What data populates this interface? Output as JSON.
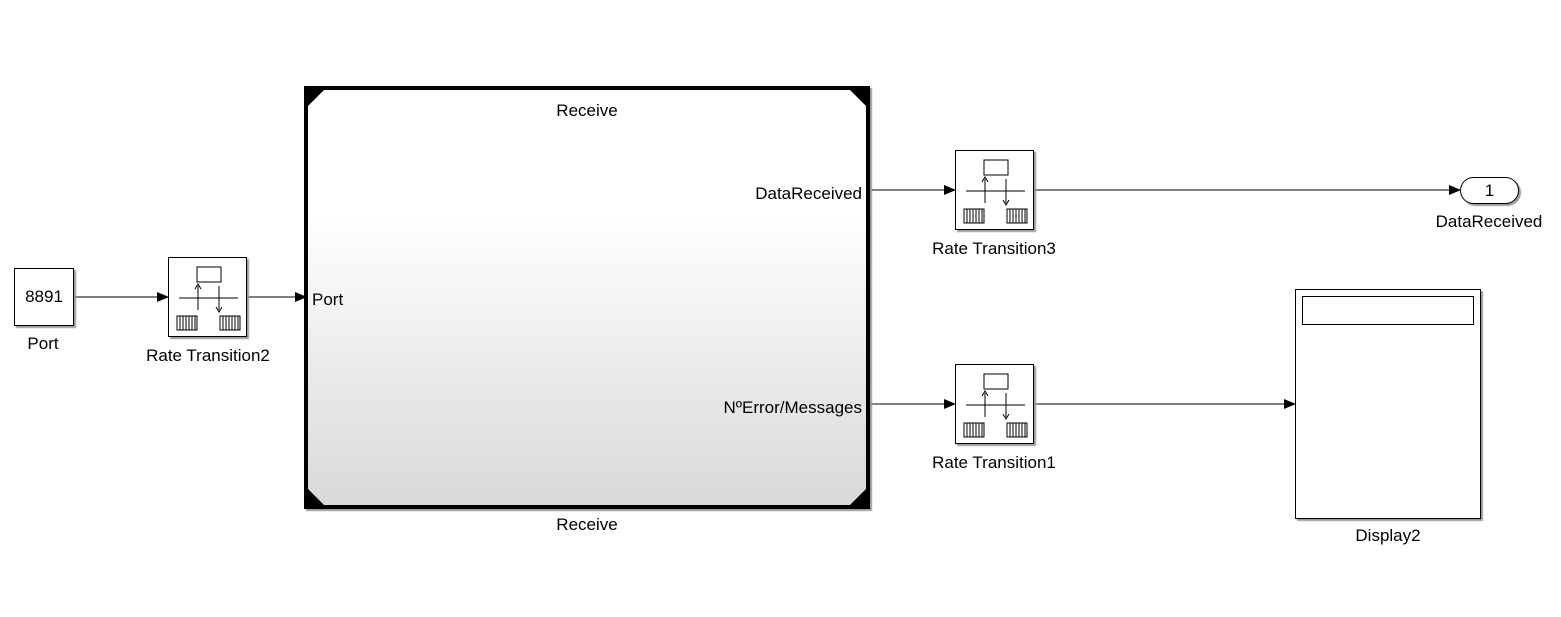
{
  "blocks": {
    "port_const": {
      "value": "8891",
      "label": "Port"
    },
    "rate_transition2": {
      "label": "Rate Transition2"
    },
    "receive": {
      "title": "Receive",
      "label": "Receive",
      "in_port": "Port",
      "out_port_1": "DataReceived",
      "out_port_2": "NºError/Messages"
    },
    "rate_transition3": {
      "label": "Rate Transition3"
    },
    "rate_transition1": {
      "label": "Rate Transition1"
    },
    "outport_1": {
      "value": "1",
      "label": "DataReceived"
    },
    "display2": {
      "label": "Display2"
    }
  }
}
